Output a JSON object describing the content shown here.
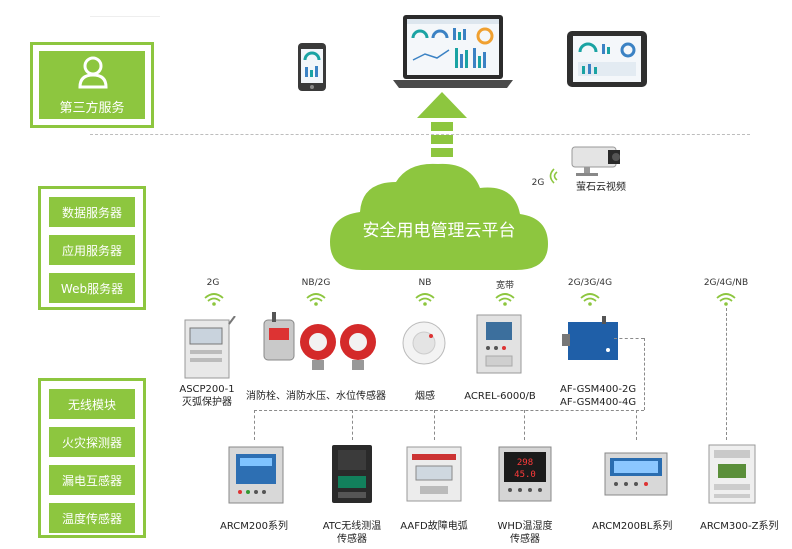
{
  "third_party": {
    "title": "第三方服务"
  },
  "servers": [
    "数据服务器",
    "应用服务器",
    "Web服务器"
  ],
  "modules": [
    "无线模块",
    "火灾探测器",
    "漏电互感器",
    "温度传感器"
  ],
  "cloud": {
    "label": "安全用电管理云平台"
  },
  "camera": {
    "network": "2G",
    "label": "萤石云视频"
  },
  "top_devices": [
    {
      "network": "2G",
      "label": [
        "ASCP200-1",
        "灭弧保护器"
      ]
    },
    {
      "network": "NB/2G",
      "label": [
        "消防栓、消防水压、水位传感器"
      ]
    },
    {
      "network": "NB",
      "label": [
        "烟感"
      ]
    },
    {
      "network": "宽带",
      "label": [
        "ACREL-6000/B"
      ]
    },
    {
      "network": "2G/3G/4G",
      "label": [
        "AF-GSM400-2G",
        "AF-GSM400-4G"
      ]
    },
    {
      "network": "2G/4G/NB",
      "label": []
    }
  ],
  "bottom_devices": [
    {
      "label": [
        "ARCM200系列"
      ]
    },
    {
      "label": [
        "ATC无线测温",
        "传感器"
      ]
    },
    {
      "label": [
        "AAFD故障电弧"
      ]
    },
    {
      "label": [
        "WHD温湿度",
        "传感器"
      ]
    },
    {
      "label": [
        "ARCM200BL系列"
      ]
    },
    {
      "label": [
        "ARCM300-Z系列"
      ]
    }
  ],
  "display_readings": [
    "298",
    "45.0"
  ],
  "colors": {
    "accent": "#8dc63f",
    "dark": "#333333"
  }
}
